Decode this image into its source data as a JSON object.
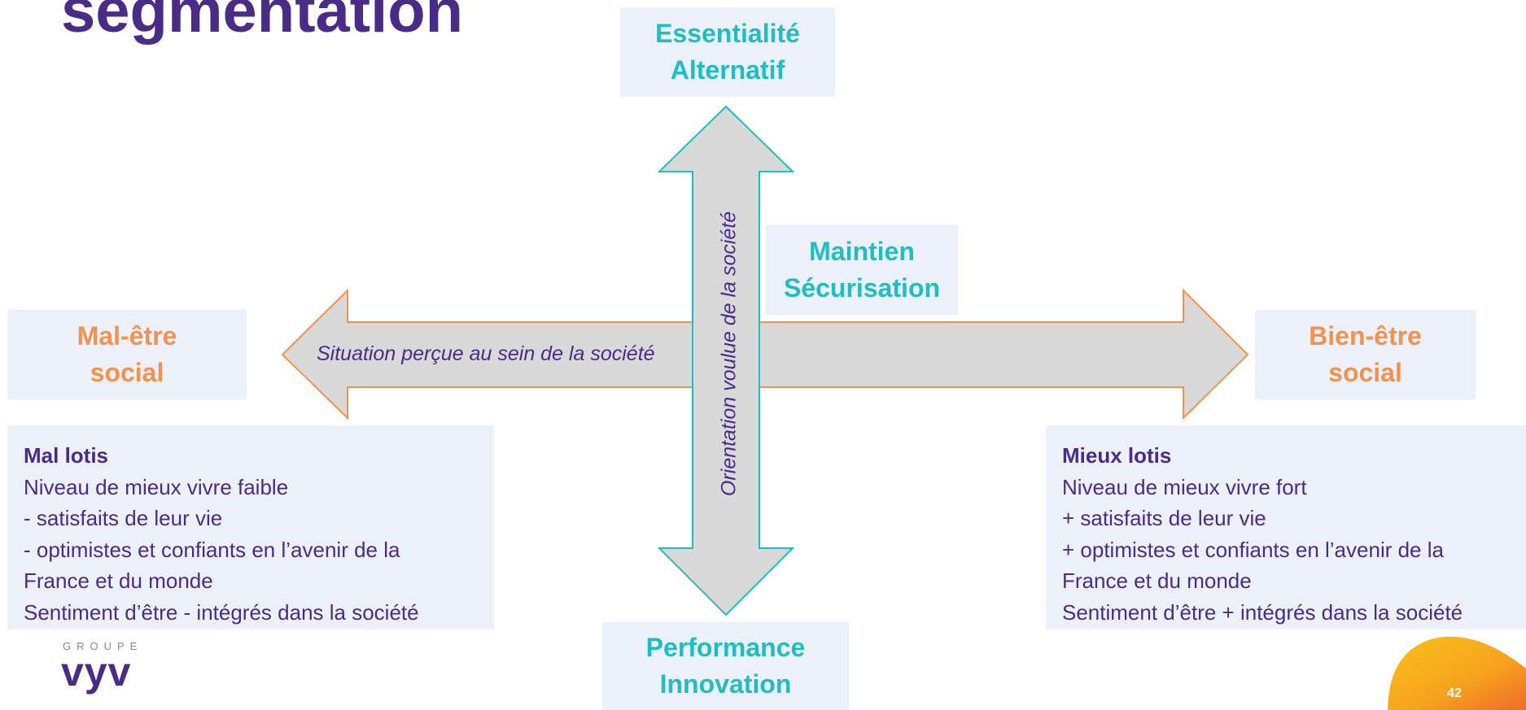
{
  "title": "segmentation",
  "top_box": {
    "line1": "Essentialité",
    "line2": "Alternatif"
  },
  "right_top_box": {
    "line1": "Maintien",
    "line2": "Sécurisation"
  },
  "bottom_box": {
    "line1": "Performance",
    "line2": "Innovation"
  },
  "left_box": {
    "line1": "Mal-être",
    "line2": "social"
  },
  "right_box": {
    "line1": "Bien-être",
    "line2": "social"
  },
  "horizontal_axis_label": "Situation perçue au sein de la société",
  "vertical_axis_label": "Orientation voulue de la société",
  "left_info": {
    "heading": "Mal lotis",
    "lines": [
      "Niveau de mieux vivre faible",
      "- satisfaits de leur vie",
      "- optimistes et confiants en l’avenir de la",
      "France et du monde",
      "Sentiment d’être - intégrés dans la société"
    ]
  },
  "right_info": {
    "heading": "Mieux lotis",
    "lines": [
      "Niveau de mieux vivre fort",
      "+ satisfaits de leur vie",
      "+ optimistes et confiants en l’avenir de la",
      "France et du monde",
      "Sentiment d’être + intégrés dans la société"
    ]
  },
  "logo": {
    "small": "GROUPE",
    "main": "vyv"
  },
  "page_number": "42",
  "colors": {
    "purple": "#4a2c86",
    "teal": "#1fbec2",
    "orange": "#f3924f",
    "box_bg": "#ecf0f8",
    "arrow_fill": "#d9d9d9"
  }
}
